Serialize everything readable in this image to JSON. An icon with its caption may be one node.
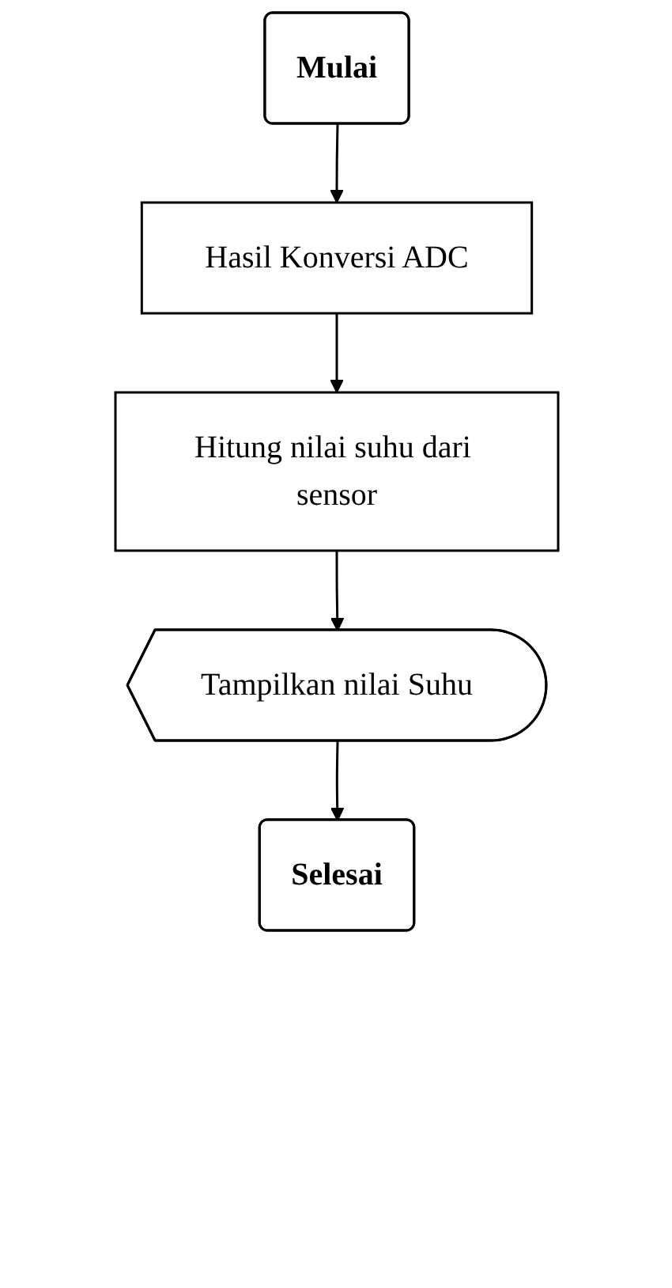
{
  "diagram": {
    "nodes": [
      {
        "text": [
          "Mulai"
        ]
      },
      {
        "text": [
          "Hasil Konversi ADC"
        ]
      },
      {
        "text": [
          "Hitung nilai suhu dari sensor"
        ]
      },
      {
        "text": [
          "Tampilkan nilai Suhu"
        ]
      },
      {
        "text": [
          "Selesai"
        ]
      }
    ],
    "edges": [
      {
        "from": 0,
        "to": 1,
        "arrow": "to"
      },
      {
        "from": 1,
        "to": 2,
        "arrow": "to"
      },
      {
        "from": 2,
        "to": 3,
        "arrow": "to"
      },
      {
        "from": 3,
        "to": 4,
        "arrow": "to"
      }
    ]
  }
}
